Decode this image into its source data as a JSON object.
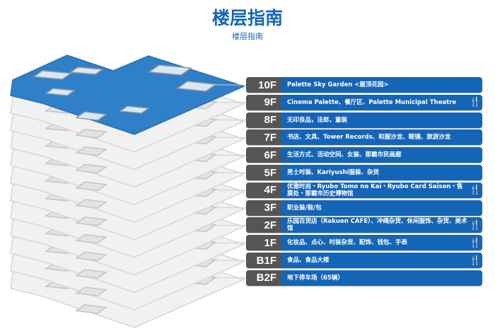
{
  "header": {
    "title": "楼层指南",
    "subtitle": "楼层指南"
  },
  "colors": {
    "accent": "#1565b7",
    "label_bg": "#555555"
  },
  "floors": [
    {
      "label": "10F",
      "text": "Palette Sky Garden <屋顶花园>",
      "restaurant": false
    },
    {
      "label": "9F",
      "text": "Cinema Palette、餐厅区、Palette Municipal Theatre",
      "restaurant": true
    },
    {
      "label": "8F",
      "text": "无印良品，法郎，童装",
      "restaurant": false
    },
    {
      "label": "7F",
      "text": "书店、文具、Tower Records、和服沙龙、眼镜、旅游沙龙",
      "restaurant": false
    },
    {
      "label": "6F",
      "text": "生活方式、活动空间、女装、那霸市民画廊",
      "restaurant": false
    },
    {
      "label": "5F",
      "text": "男士时装、Kariyushi服装、杂货",
      "restaurant": false
    },
    {
      "label": "4F",
      "text": "优雅时尚・Ryubo Tomo no Kai・Ryubo Card Saison・售票处・那霸市历史博物馆",
      "restaurant": true
    },
    {
      "label": "3F",
      "text": "职业装/鞋/包",
      "restaurant": false
    },
    {
      "label": "2F",
      "text": "乐园百货店（Rakuen CAFE）、冲绳杂货、休闲服饰、杂货、美术馆",
      "restaurant": true
    },
    {
      "label": "1F",
      "text": "化妆品、点心、时装杂货、配饰、钱包、手表",
      "restaurant": true
    },
    {
      "label": "B1F",
      "text": "食品、食品大楼",
      "restaurant": true
    },
    {
      "label": "B2F",
      "text": "地下停车场（65辆）",
      "restaurant": false
    }
  ],
  "icons": {
    "restaurant": "fork-knife-icon"
  }
}
